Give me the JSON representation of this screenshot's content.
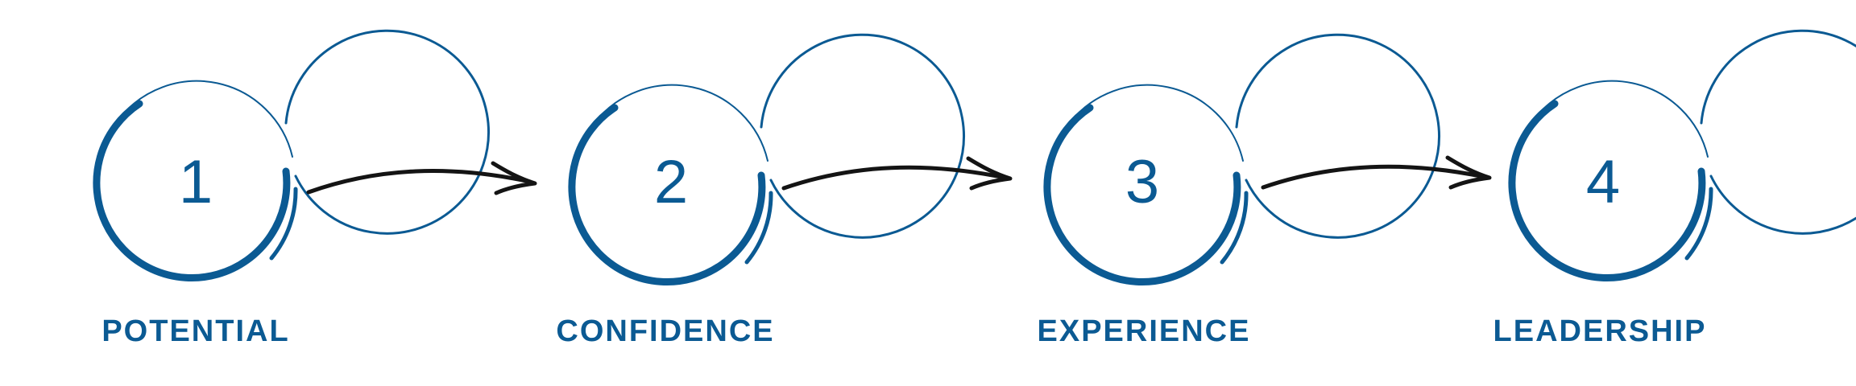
{
  "diagram": {
    "steps": [
      {
        "number": "1",
        "label": "POTENTIAL"
      },
      {
        "number": "2",
        "label": "CONFIDENCE"
      },
      {
        "number": "3",
        "label": "EXPERIENCE"
      },
      {
        "number": "4",
        "label": "LEADERSHIP"
      }
    ],
    "colors": {
      "accent": "#0b5a93",
      "arrow": "#141414",
      "background": "#ffffff"
    },
    "icons": {
      "circle": "brush-circle-icon",
      "arrow": "curved-arrow-icon"
    }
  }
}
